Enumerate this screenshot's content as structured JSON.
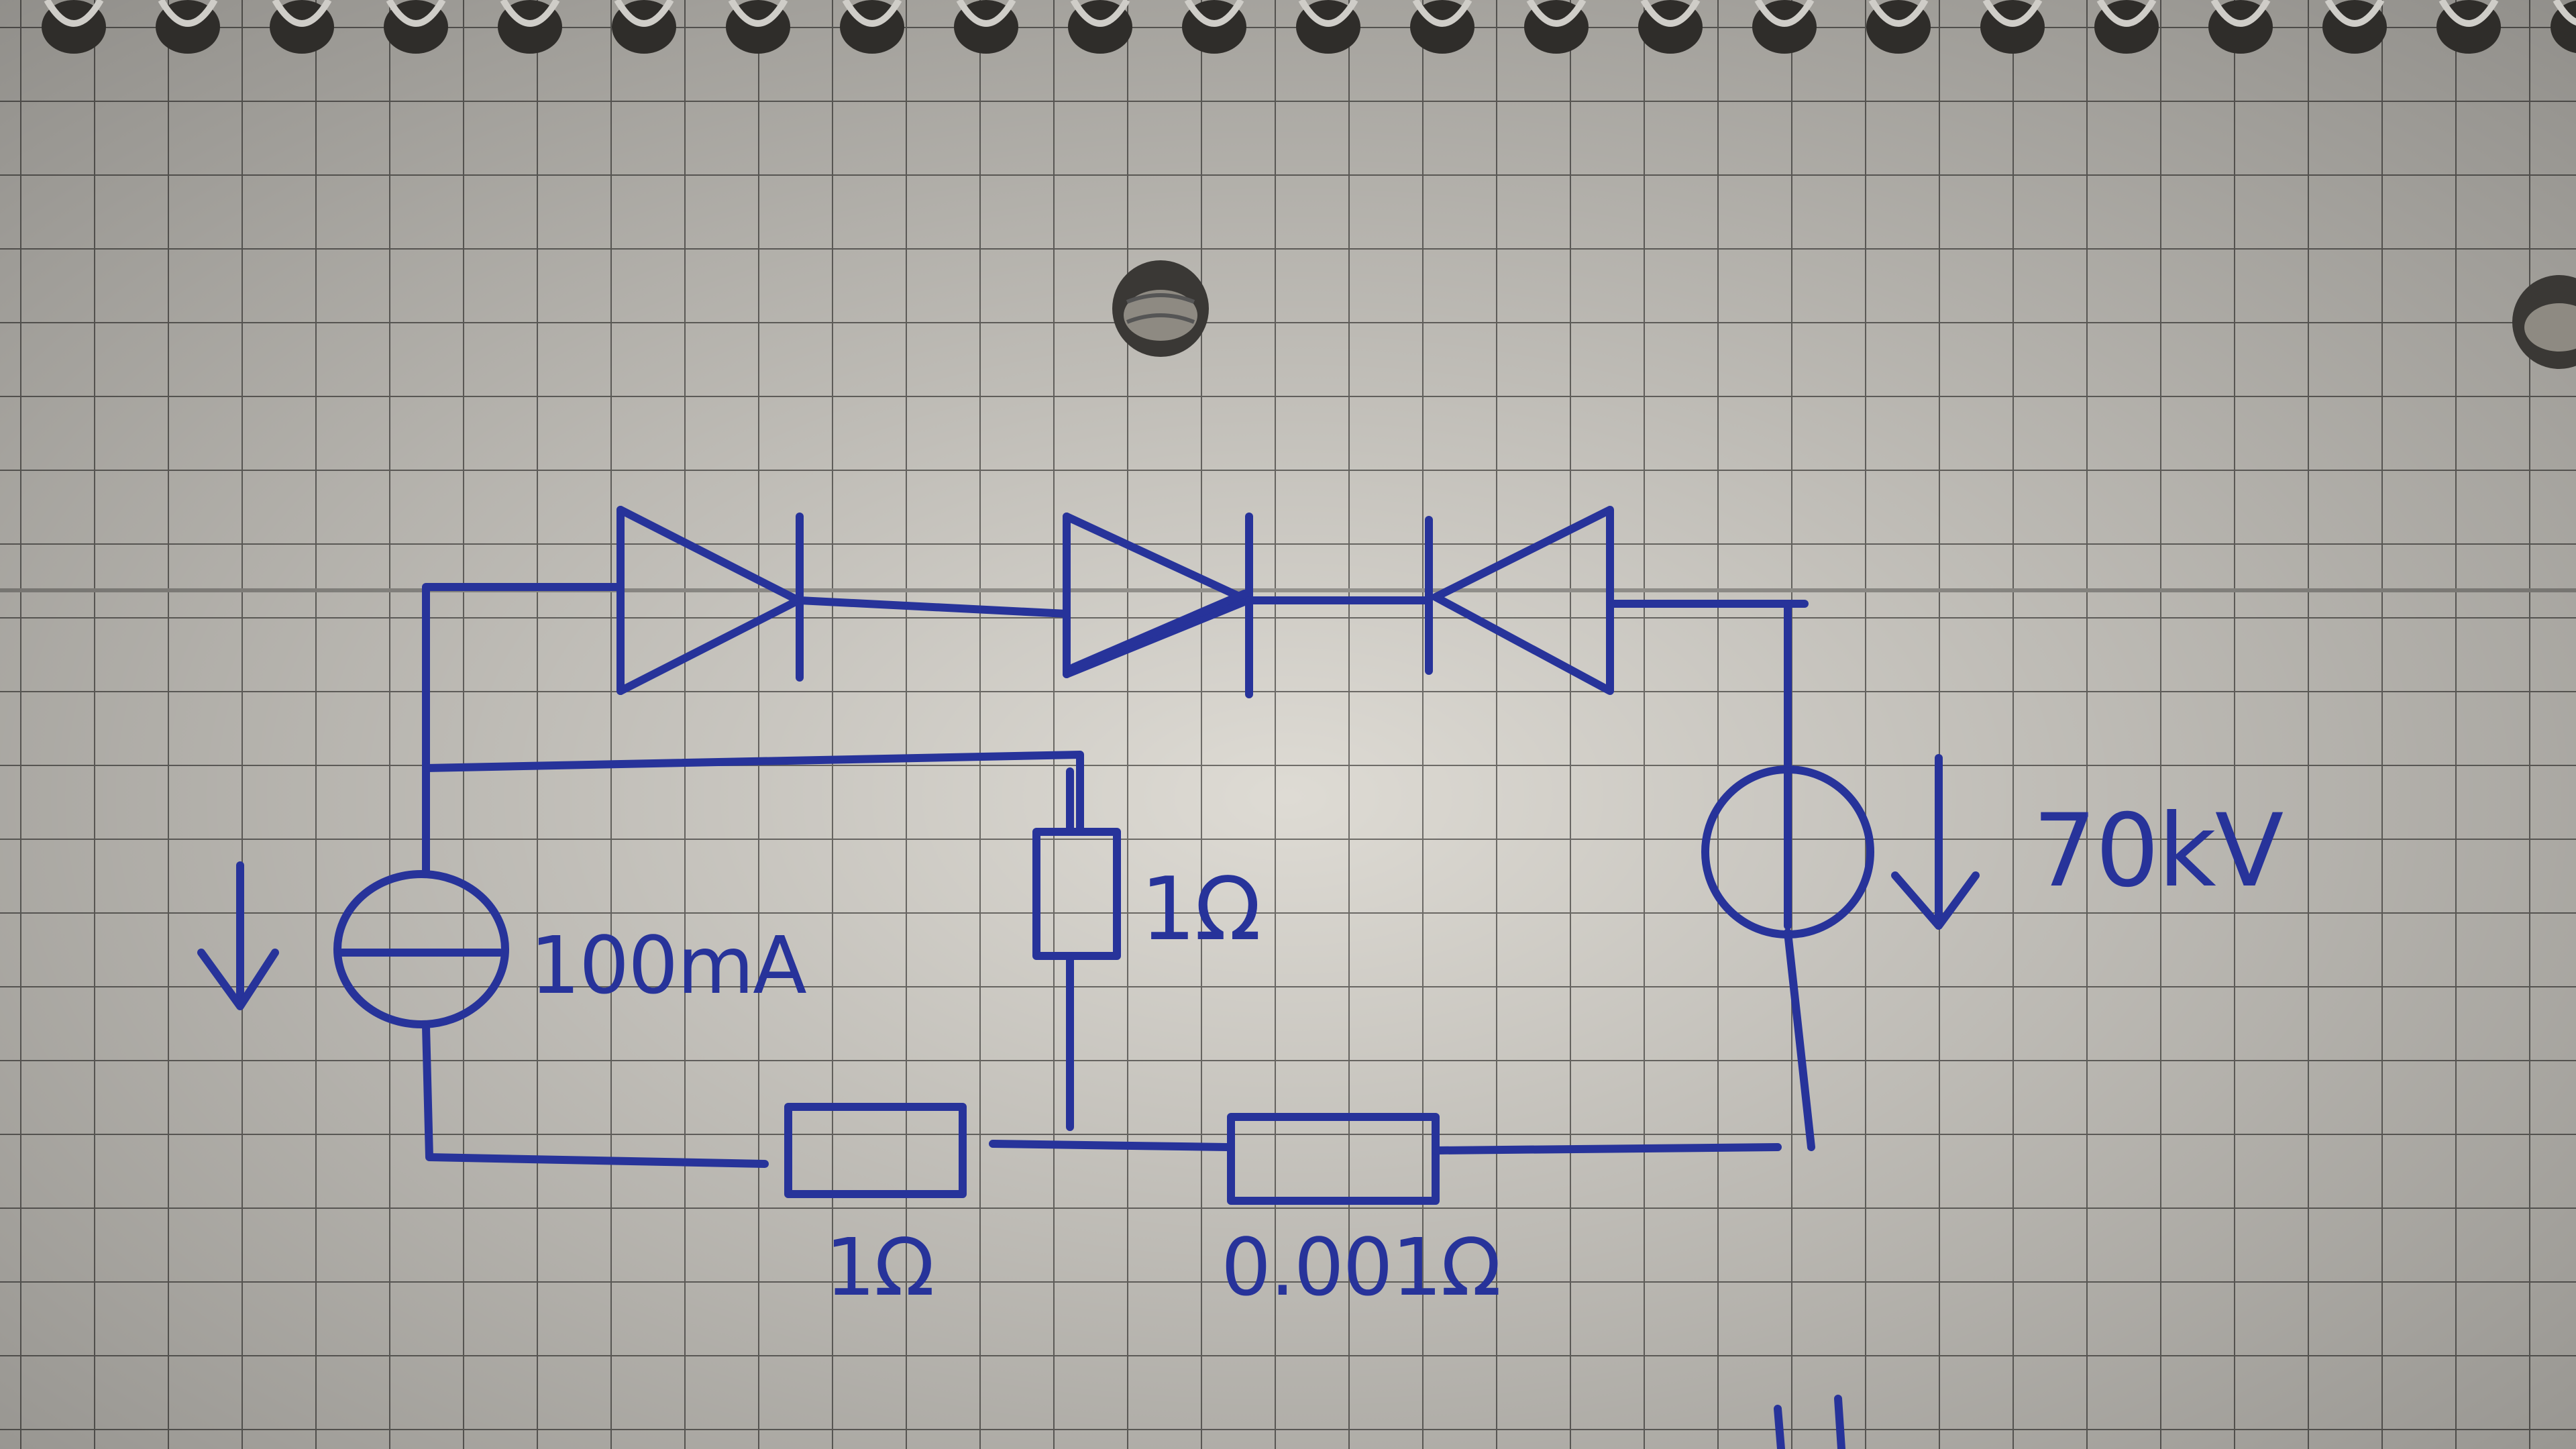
{
  "diagram": {
    "kind": "hand-drawn circuit schematic on grid notebook paper",
    "ink_color": "#27339a",
    "paper_color": "#dedbd4",
    "grid_color": "#6f6d69",
    "components": {
      "current_source": {
        "symbol": "current-source",
        "label": "100mA",
        "direction": "down"
      },
      "voltage_source": {
        "symbol": "voltage-source",
        "label": "70kV",
        "direction": "down"
      },
      "resistor_vertical": {
        "symbol": "resistor",
        "label": "1Ω"
      },
      "resistor_bottom_left": {
        "symbol": "resistor",
        "label": "1Ω"
      },
      "resistor_bottom_right": {
        "symbol": "resistor",
        "label": "0.001Ω"
      },
      "diodes": [
        {
          "symbol": "diode",
          "orientation": "pointing-right"
        },
        {
          "symbol": "diode",
          "orientation": "pointing-right"
        },
        {
          "symbol": "diode",
          "orientation": "pointing-left"
        }
      ]
    }
  }
}
